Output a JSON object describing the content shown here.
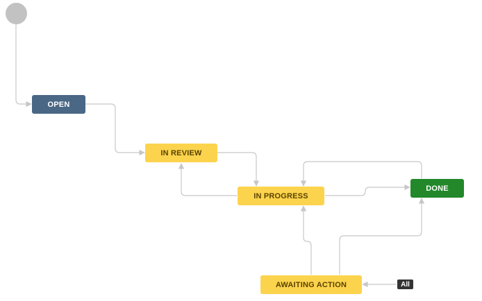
{
  "colors": {
    "start": "#c2c2c2",
    "open": "#4a6785",
    "in_progress_category": "#fcd34d",
    "in_progress_text": "#594300",
    "done": "#22882a",
    "edge": "#c7c7c7",
    "badge": "#333333"
  },
  "nodes": {
    "open": {
      "label": "OPEN"
    },
    "in_review": {
      "label": "IN REVIEW"
    },
    "in_progress": {
      "label": "IN PROGRESS"
    },
    "done": {
      "label": "DONE"
    },
    "awaiting_action": {
      "label": "AWAITING ACTION"
    }
  },
  "global_transition": {
    "label": "All"
  }
}
